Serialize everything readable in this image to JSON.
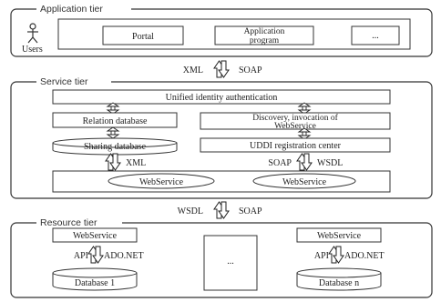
{
  "application_tier": {
    "title": "Application tier",
    "users_label": "Users",
    "portal": "Portal",
    "application_program_line1": "Application",
    "application_program_line2": "program",
    "more": "..."
  },
  "link_app_service": {
    "left": "XML",
    "right": "SOAP"
  },
  "service_tier": {
    "title": "Service tier",
    "unified_identity": "Unified identity authentication",
    "relation_database": "Relation database",
    "discovery_line1": "Discovery, invocation of",
    "discovery_line2": "WebService",
    "sharing_database": "Sharing database",
    "uddi": "UDDI registration center",
    "xml_label": "XML",
    "soap_label": "SOAP",
    "wsdl_label": "WSDL",
    "webservice_1": "WebService",
    "webservice_2": "WebService"
  },
  "link_service_resource": {
    "left": "WSDL",
    "right": "SOAP"
  },
  "resource_tier": {
    "title": "Resource tier",
    "left": {
      "webservice": "WebService",
      "api": "API",
      "ado": "ADO.NET",
      "database": "Database 1"
    },
    "middle": "...",
    "right": {
      "webservice": "WebService",
      "api": "API",
      "ado": "ADO.NET",
      "database": "Database n"
    }
  }
}
